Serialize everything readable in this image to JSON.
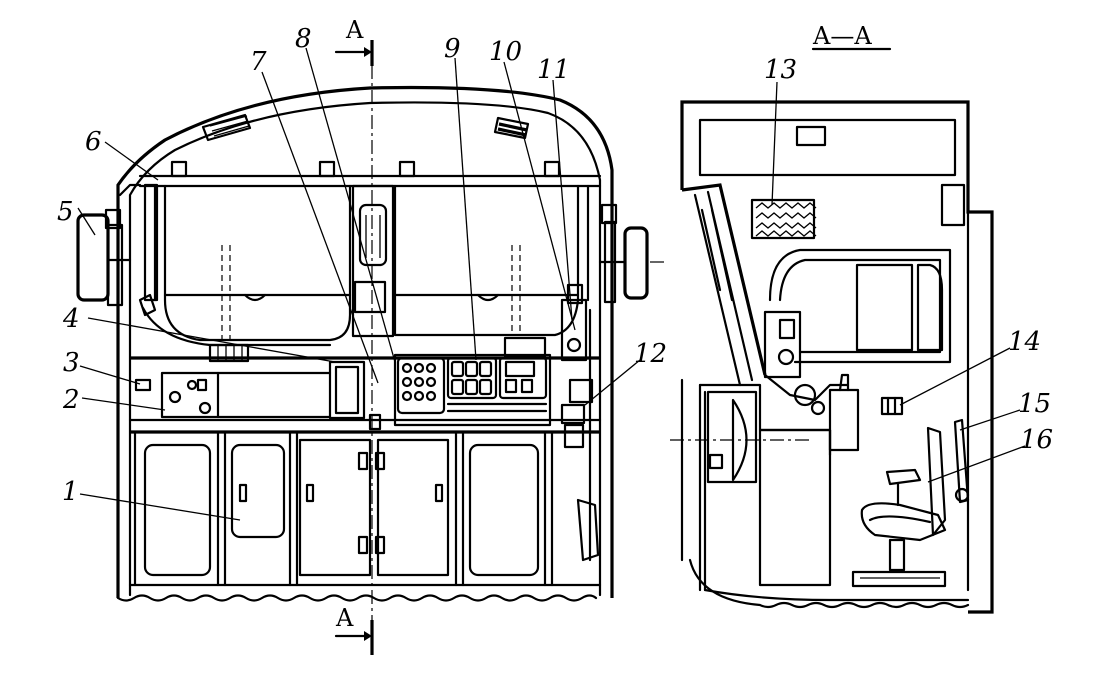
{
  "section_labels": {
    "top_marker": "A",
    "bottom_marker": "A",
    "section_title": "A—A"
  },
  "callouts": [
    "1",
    "2",
    "3",
    "4",
    "5",
    "6",
    "7",
    "8",
    "9",
    "10",
    "11",
    "12",
    "13",
    "14",
    "15",
    "16"
  ]
}
